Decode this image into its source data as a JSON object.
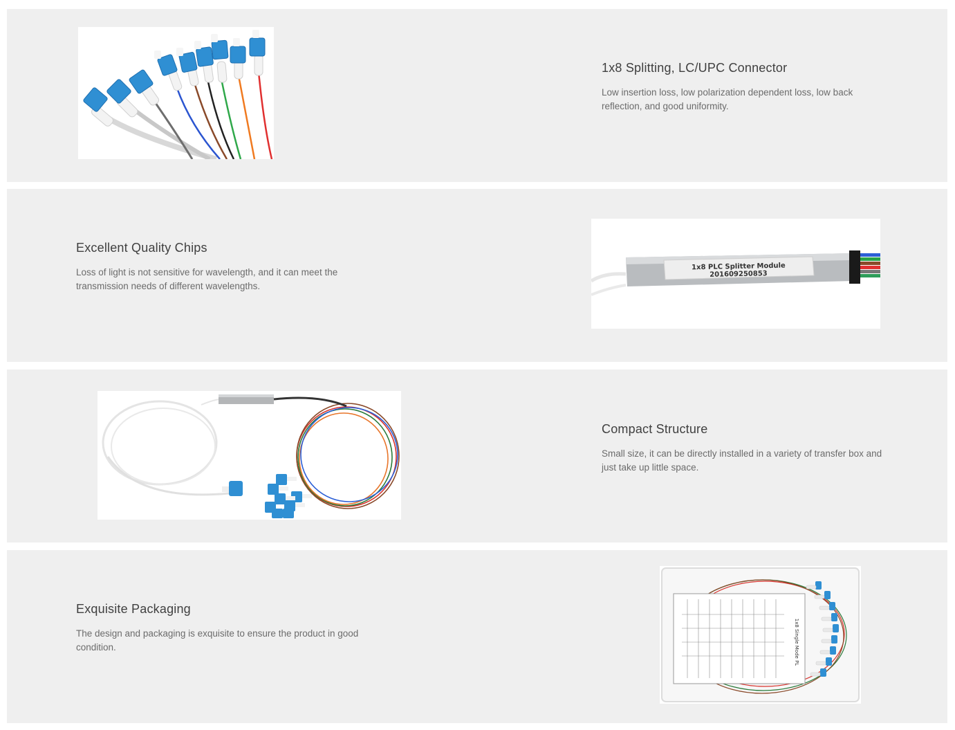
{
  "features": [
    {
      "title": "1x8 Splitting, LC/UPC Connector",
      "description": "Low insertion loss, low polarization dependent loss, low back reflection, and good uniformity."
    },
    {
      "title": "Excellent Quality Chips",
      "description": "Loss of light is not sensitive for wavelength, and it can meet the transmission needs of different wavelengths.",
      "image_label": {
        "line1": "1x8 PLC Splitter Module",
        "line2": "201609250853"
      }
    },
    {
      "title": "Compact Structure",
      "description": "Small size, it can be directly installed in a variety of transfer box and just take up little space."
    },
    {
      "title": "Exquisite Packaging",
      "description": "The design and packaging is exquisite to ensure the product in good condition.",
      "image_label": {
        "header": "1x8 Single Mode PL"
      }
    }
  ],
  "colors": {
    "panel_bg": "#efefef",
    "title": "#404040",
    "description": "#6b6b6b",
    "connector_blue": "#2f8fd3"
  }
}
